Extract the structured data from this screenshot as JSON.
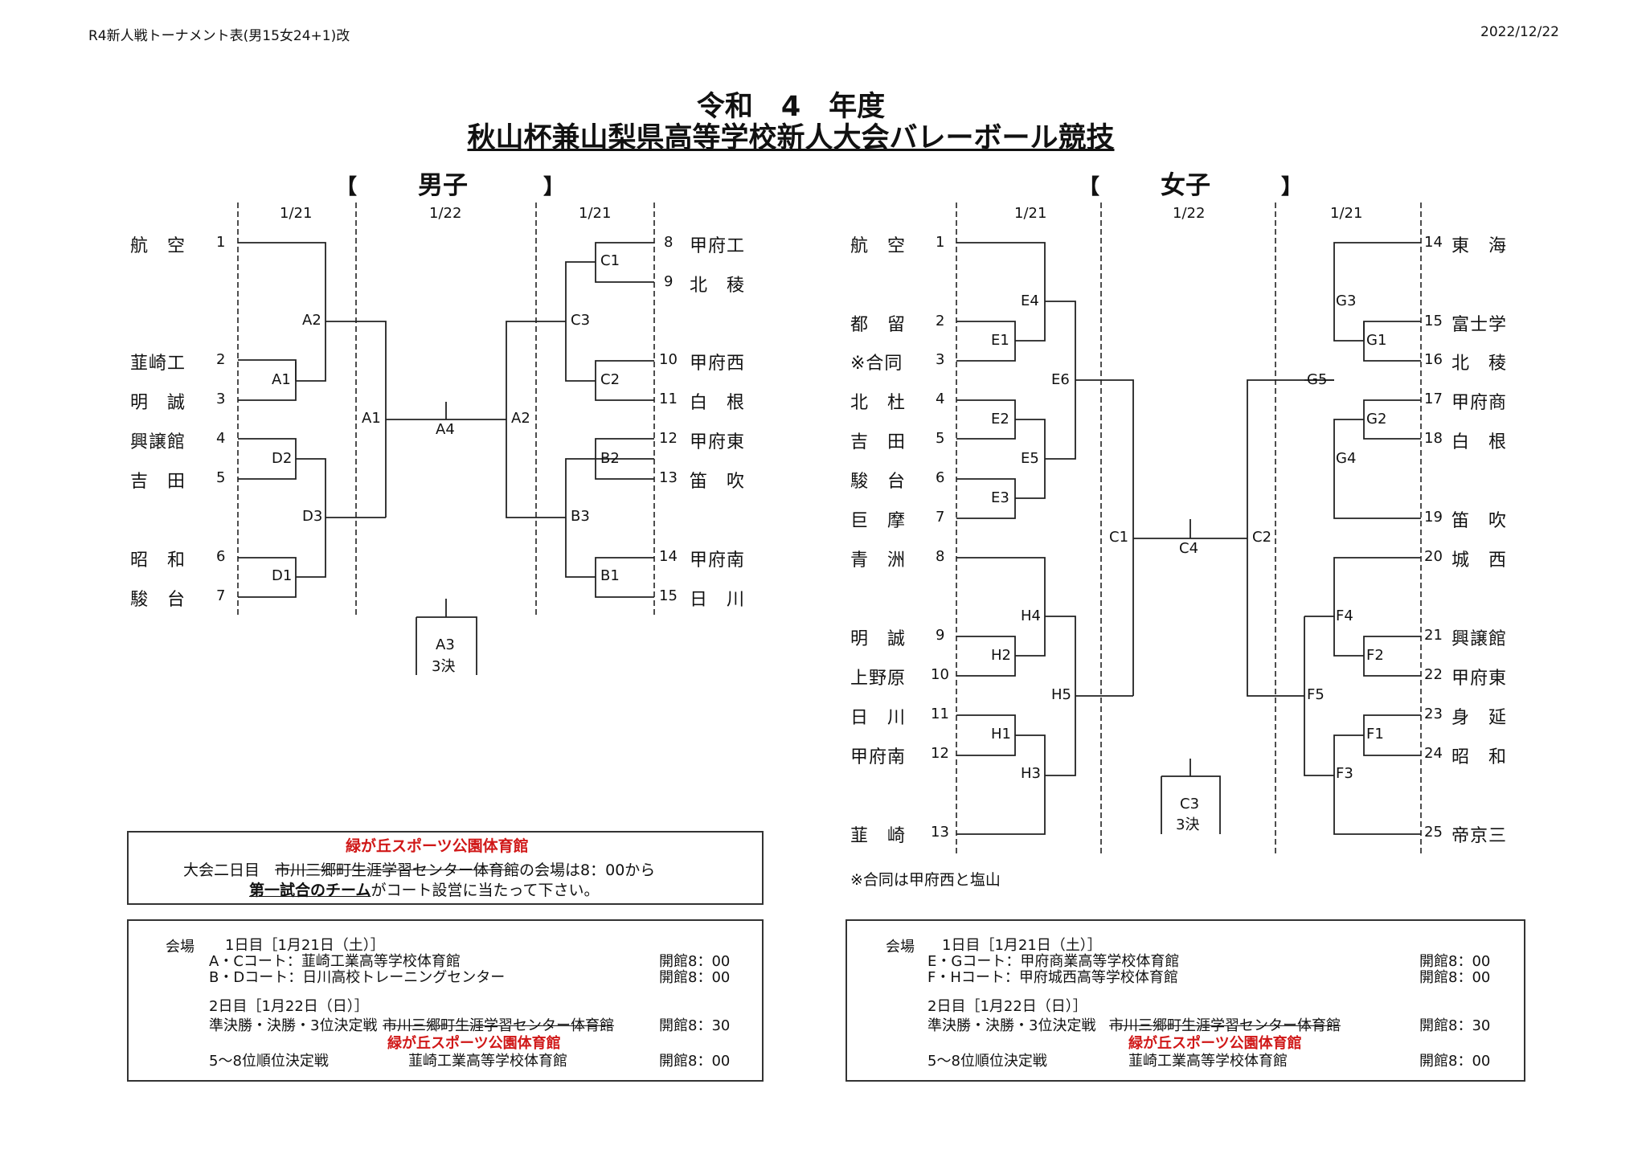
{
  "header": {
    "doc_name": "R4新人戦トーナメント表(男15女24+1)改",
    "date": "2022/12/22"
  },
  "title": {
    "line1": "令和　4　年度",
    "line2": "秋山杯兼山梨県高等学校新人大会バレーボール競技"
  },
  "sections": {
    "boys": {
      "label": "男子",
      "bracket_open": "【",
      "bracket_close": "】"
    },
    "girls": {
      "label": "女子",
      "bracket_open": "【",
      "bracket_close": "】"
    }
  },
  "boys": {
    "dates": [
      "1/21",
      "1/22",
      "1/21"
    ],
    "left_teams": [
      {
        "name": "航　空",
        "seed": "1"
      },
      {
        "name": "韮崎工",
        "seed": "2"
      },
      {
        "name": "明　誠",
        "seed": "3"
      },
      {
        "name": "興譲館",
        "seed": "4"
      },
      {
        "name": "吉　田",
        "seed": "5"
      },
      {
        "name": "昭　和",
        "seed": "6"
      },
      {
        "name": "駿　台",
        "seed": "7"
      }
    ],
    "right_teams": [
      {
        "seed": "8",
        "name": "甲府工"
      },
      {
        "seed": "9",
        "name": "北　稜"
      },
      {
        "seed": "10",
        "name": "甲府西"
      },
      {
        "seed": "11",
        "name": "白　根"
      },
      {
        "seed": "12",
        "name": "甲府東"
      },
      {
        "seed": "13",
        "name": "笛　吹"
      },
      {
        "seed": "14",
        "name": "甲府南"
      },
      {
        "seed": "15",
        "name": "日　川"
      }
    ],
    "match_codes": {
      "a2_left": "A2",
      "a1_small": "A1",
      "d2": "D2",
      "d3": "D3",
      "d1": "D1",
      "a1_semi": "A1",
      "a4": "A4",
      "a2_semi": "A2",
      "c1": "C1",
      "c3": "C3",
      "c2": "C2",
      "b2": "B2",
      "b3": "B3",
      "b1": "B1"
    },
    "third_place": {
      "code": "A3",
      "label": "3決"
    }
  },
  "girls": {
    "dates": [
      "1/21",
      "1/22",
      "1/21"
    ],
    "left_teams": [
      {
        "name": "航　空",
        "seed": "1"
      },
      {
        "name": "都　留",
        "seed": "2"
      },
      {
        "name": "※合同",
        "seed": "3"
      },
      {
        "name": "北　杜",
        "seed": "4"
      },
      {
        "name": "吉　田",
        "seed": "5"
      },
      {
        "name": "駿　台",
        "seed": "6"
      },
      {
        "name": "巨　摩",
        "seed": "7"
      },
      {
        "name": "青　洲",
        "seed": "8"
      },
      {
        "name": "明　誠",
        "seed": "9"
      },
      {
        "name": "上野原",
        "seed": "10"
      },
      {
        "name": "日　川",
        "seed": "11"
      },
      {
        "name": "甲府南",
        "seed": "12"
      },
      {
        "name": "韮　崎",
        "seed": "13"
      }
    ],
    "right_teams": [
      {
        "seed": "14",
        "name": "東　海"
      },
      {
        "seed": "15",
        "name": "富士学"
      },
      {
        "seed": "16",
        "name": "北　稜"
      },
      {
        "seed": "17",
        "name": "甲府商"
      },
      {
        "seed": "18",
        "name": "白　根"
      },
      {
        "seed": "19",
        "name": "笛　吹"
      },
      {
        "seed": "20",
        "name": "城　西"
      },
      {
        "seed": "21",
        "name": "興譲館"
      },
      {
        "seed": "22",
        "name": "甲府東"
      },
      {
        "seed": "23",
        "name": "身　延"
      },
      {
        "seed": "24",
        "name": "昭　和"
      },
      {
        "seed": "25",
        "name": "帝京三"
      }
    ],
    "match_codes": {
      "e4": "E4",
      "e1": "E1",
      "e6": "E6",
      "e2": "E2",
      "e5": "E5",
      "e3": "E3",
      "h4": "H4",
      "h2": "H2",
      "h5": "H5",
      "h1": "H1",
      "h3": "H3",
      "c1": "C1",
      "c4": "C4",
      "c2": "C2",
      "g3": "G3",
      "g1": "G1",
      "g5": "G5",
      "g2": "G2",
      "g4": "G4",
      "f4": "F4",
      "f2": "F2",
      "f5": "F5",
      "f1": "F1",
      "f3": "F3"
    },
    "third_place": {
      "code": "C3",
      "label": "3決"
    },
    "footnote": "※合同は甲府西と塩山"
  },
  "notice": {
    "venue_red": "緑が丘スポーツ公園体育館",
    "line1_prefix": "大会二日目　",
    "line1_struck": "市川三郷町生涯学習センター体育館",
    "line1_suffix": "の会場は8：00から",
    "line2_underlined": "第一試合のチーム",
    "line2_suffix": "がコート設営に当たって下さい。"
  },
  "boys_venues": {
    "label": "会場",
    "day1": "1日目［1月21日（土）］",
    "row1_court": "A・Cコート：韮崎工業高等学校体育館",
    "row1_open": "開館8：00",
    "row2_court": "B・Dコート：日川高校トレーニングセンター",
    "row2_open": "開館8：00",
    "day2": "2日目［1月22日（日）］",
    "row3_event": "準決勝・決勝・3位決定戦",
    "row3_venue_struck": "市川三郷町生涯学習センター体育館",
    "row3_open": "開館8：30",
    "row3_red": "緑が丘スポーツ公園体育館",
    "row4_event": "5～8位順位決定戦",
    "row4_venue": "韮崎工業高等学校体育館",
    "row4_open": "開館8：00"
  },
  "girls_venues": {
    "label": "会場",
    "day1": "1日目［1月21日（土）］",
    "row1_court": "E・Gコート：甲府商業高等学校体育館",
    "row1_open": "開館8：00",
    "row2_court": "F・Hコート：甲府城西高等学校体育館",
    "row2_open": "開館8：00",
    "day2": "2日目［1月22日（日）］",
    "row3_event": "準決勝・決勝・3位決定戦",
    "row3_venue_struck": "市川三郷町生涯学習センター体育館",
    "row3_open": "開館8：30",
    "row3_red": "緑が丘スポーツ公園体育館",
    "row4_event": "5～8位順位決定戦",
    "row4_venue": "韮崎工業高等学校体育館",
    "row4_open": "開館8：00"
  }
}
